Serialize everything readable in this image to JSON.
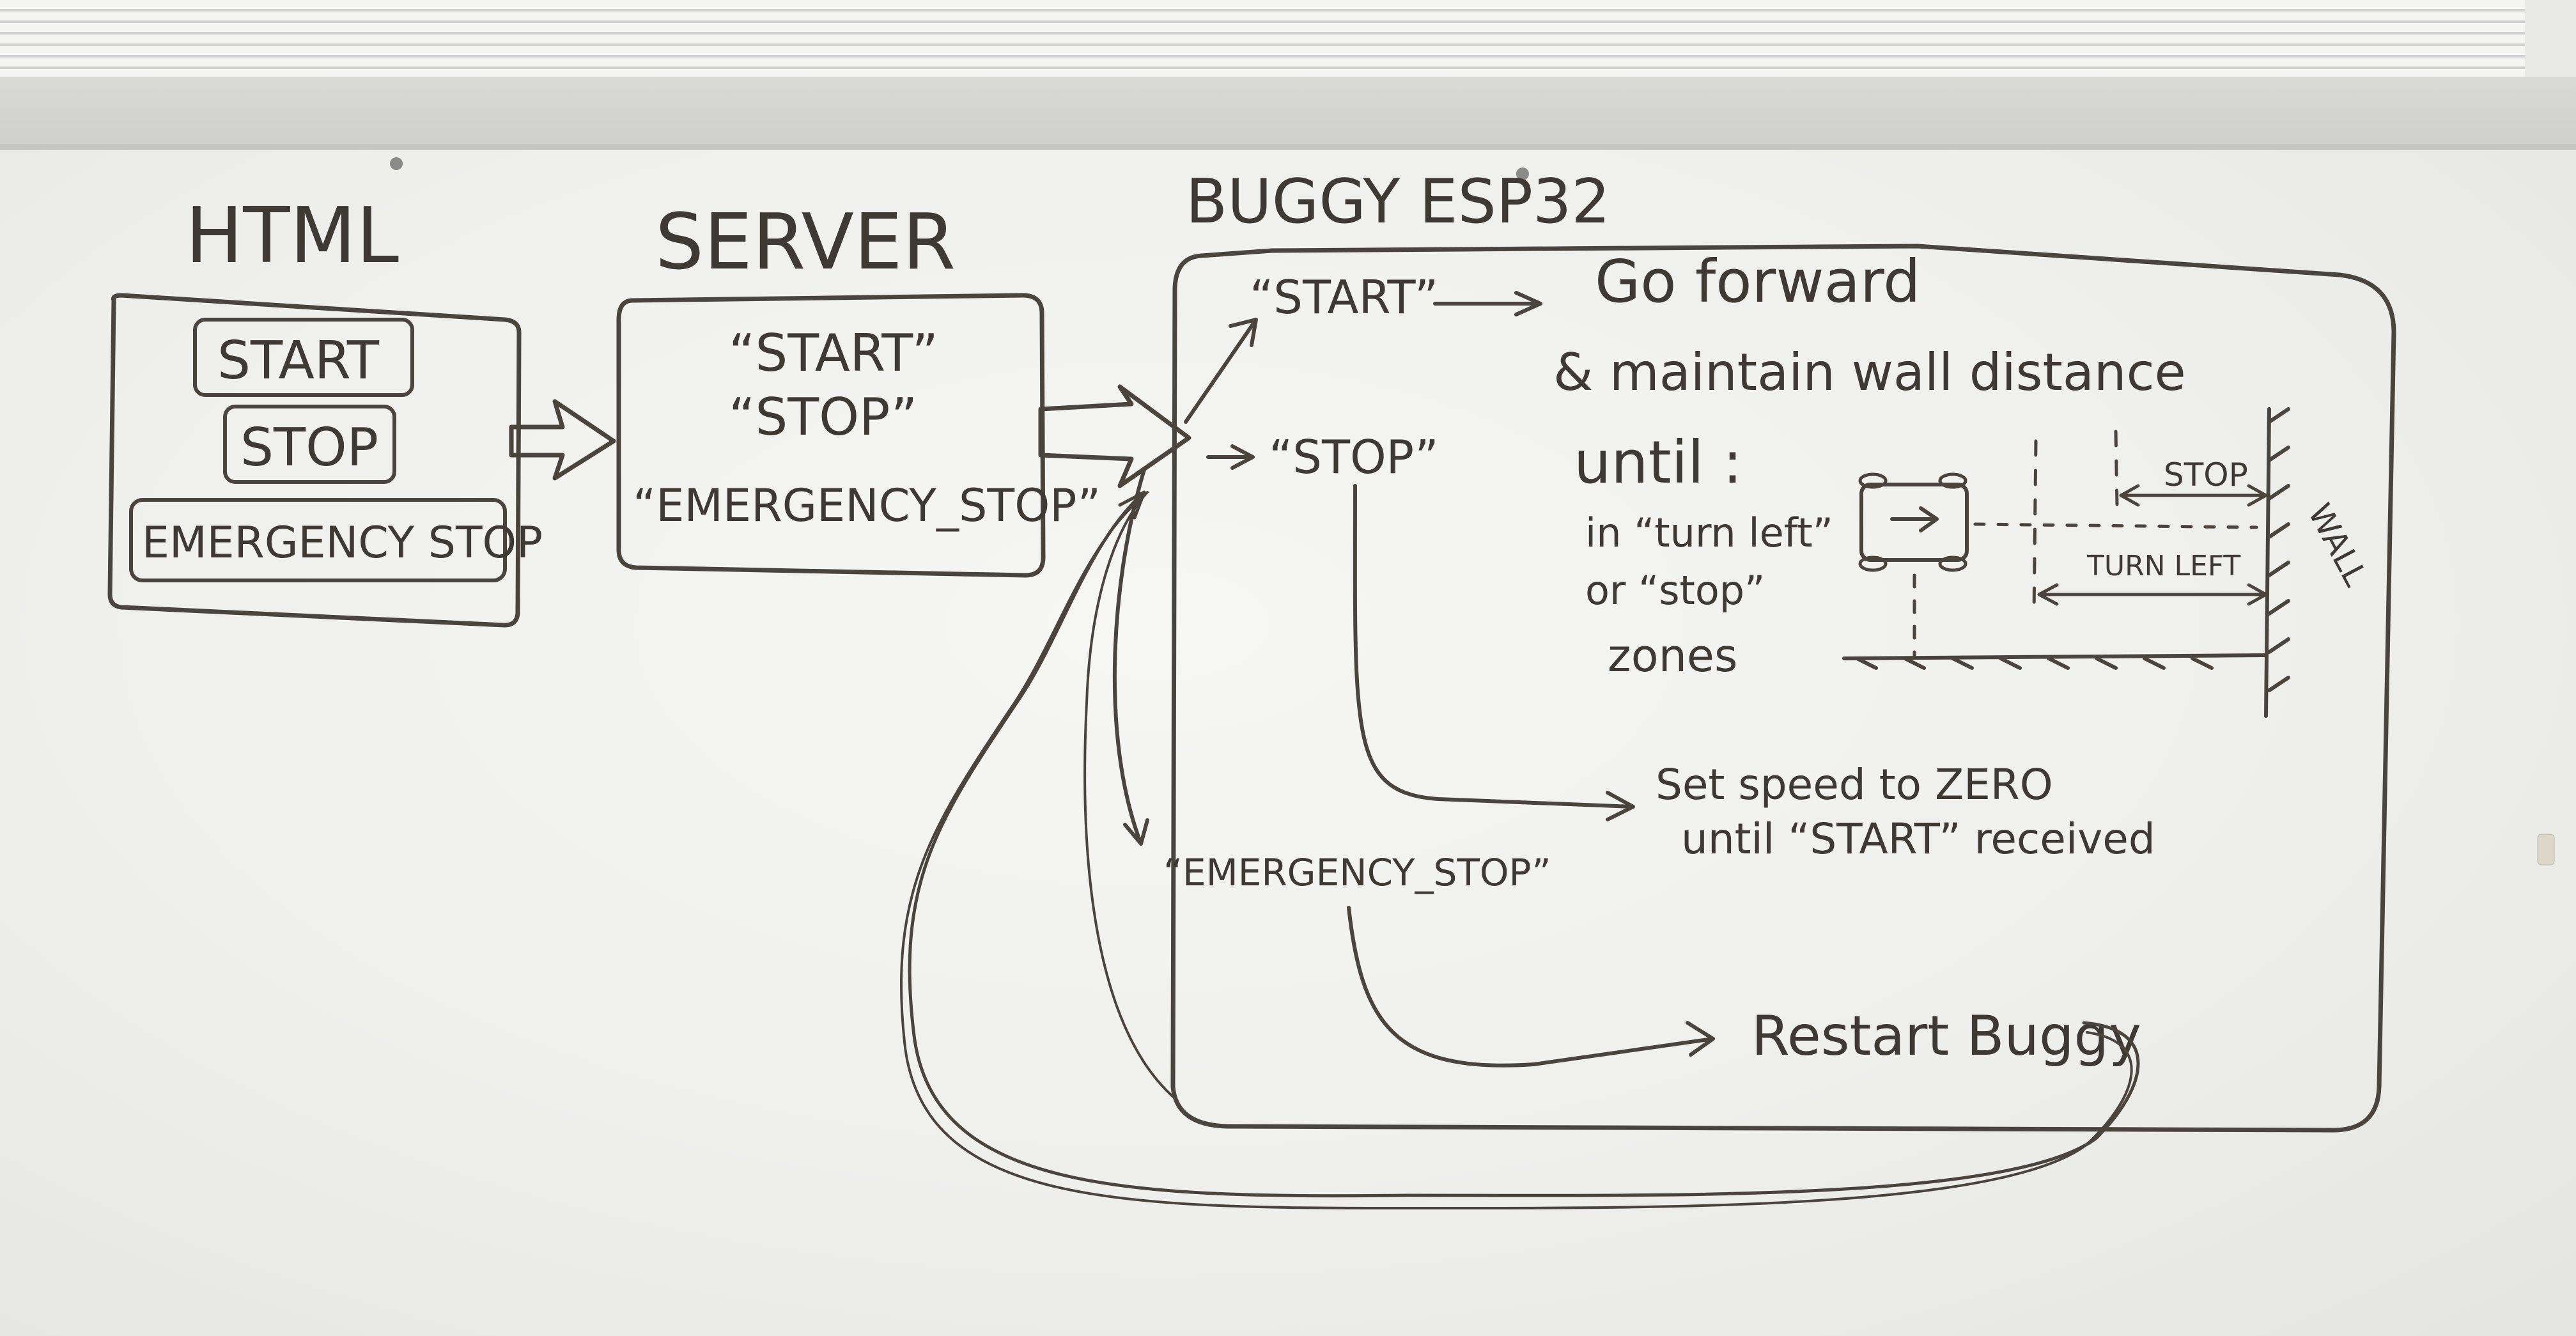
{
  "columns": {
    "html_title": "HTML",
    "server_title": "SERVER",
    "buggy_title": "BUGGY ESP32"
  },
  "html_buttons": [
    "START",
    "STOP",
    "EMERGENCY STOP"
  ],
  "server_messages": [
    "“START”",
    "“STOP”",
    "“EMERGENCY_STOP”"
  ],
  "buggy": {
    "start_msg": "“START”",
    "start_action_1": "Go forward",
    "start_action_2": "& maintain wall distance",
    "until_label": "until :",
    "until_lines": [
      "in “turn left”",
      "or “stop”",
      "zones"
    ],
    "stop_msg": "“STOP”",
    "stop_action_1": "Set speed to ZERO",
    "stop_action_2": "until “START” received",
    "emergency_msg": "“EMERGENCY_STOP”",
    "emergency_action": "Restart Buggy",
    "zone_stop_label": "STOP",
    "zone_turn_label": "TURN LEFT",
    "wall_label": "WALL"
  },
  "colors": {
    "ink": "#4b443d",
    "board": "#f2f2ef"
  }
}
